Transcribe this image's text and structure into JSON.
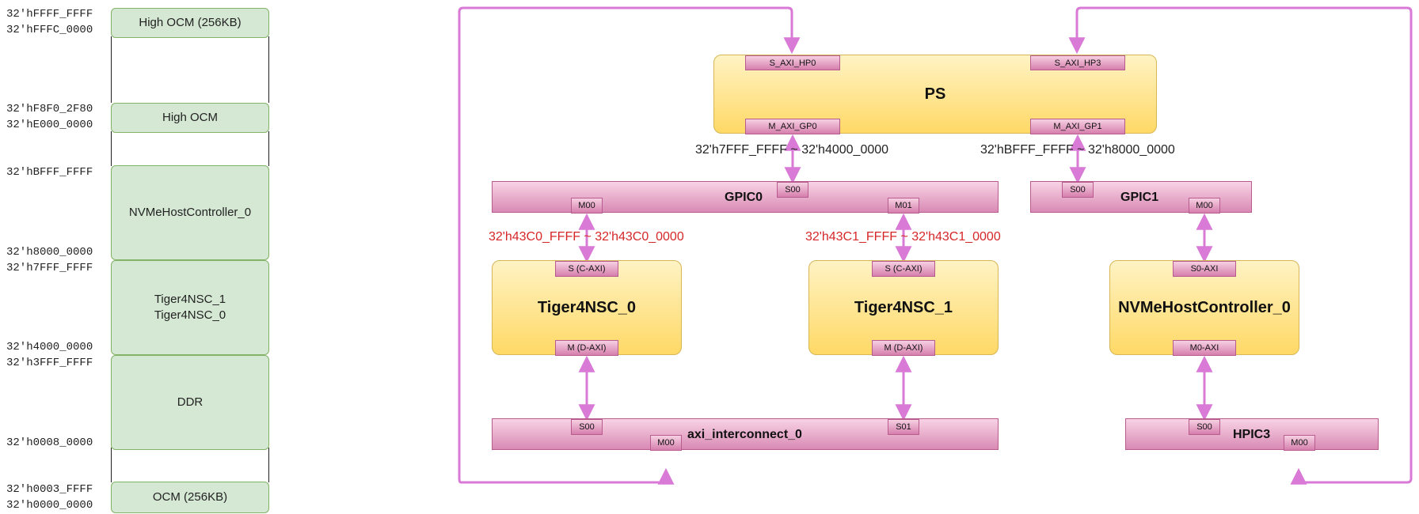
{
  "memory_map": {
    "addresses": {
      "a0": "32'hFFFF_FFFF",
      "a1": "32'hFFFC_0000",
      "a2": "32'hF8F0_2F80",
      "a3": "32'hE000_0000",
      "a4": "32'hBFFF_FFFF",
      "a5": "32'h8000_0000",
      "a6": "32'h7FFF_FFFF",
      "a7": "32'h4000_0000",
      "a8": "32'h3FFF_FFFF",
      "a9": "32'h0008_0000",
      "a10": "32'h0003_FFFF",
      "a11": "32'h0000_0000"
    },
    "regions": {
      "high_ocm_256": "High OCM (256KB)",
      "high_ocm": "High OCM",
      "nvme": "NVMeHostController_0",
      "tiger_1": "Tiger4NSC_1",
      "tiger_0": "Tiger4NSC_0",
      "ddr": "DDR",
      "ocm_256": "OCM (256KB)"
    }
  },
  "diagram": {
    "ps": {
      "title": "PS",
      "ports": {
        "s_hp0": "S_AXI_HP0",
        "s_hp3": "S_AXI_HP3",
        "m_gp0": "M_AXI_GP0",
        "m_gp1": "M_AXI_GP1"
      }
    },
    "gpic0": {
      "title": "GPIC0",
      "s00": "S00",
      "m00": "M00",
      "m01": "M01"
    },
    "gpic1": {
      "title": "GPIC1",
      "s00": "S00",
      "m00": "M00"
    },
    "tiger0": {
      "title": "Tiger4NSC_0",
      "s_port": "S (C-AXI)",
      "m_port": "M (D-AXI)"
    },
    "tiger1": {
      "title": "Tiger4NSC_1",
      "s_port": "S (C-AXI)",
      "m_port": "M (D-AXI)"
    },
    "nvme": {
      "title": "NVMeHostController_0",
      "s_port": "S0-AXI",
      "m_port": "M0-AXI"
    },
    "axi_ic": {
      "title": "axi_interconnect_0",
      "s00": "S00",
      "s01": "S01",
      "m00": "M00"
    },
    "hpic3": {
      "title": "HPIC3",
      "s00": "S00",
      "m00": "M00"
    },
    "labels": {
      "gp0_range": "32'h7FFF_FFFF ~ 32'h4000_0000",
      "gp1_range": "32'hBFFF_FFFF ~ 32'h8000_0000",
      "tiger0_range": "32'h43C0_FFFF ~ 32'h43C0_0000",
      "tiger1_range": "32'h43C1_FFFF ~ 32'h43C1_0000"
    },
    "colors": {
      "wire": "#d97ad6",
      "range_red": "#d62728",
      "range_black": "#222222",
      "mem_fill": "#d5e8d4",
      "block_fill": "#ffd966",
      "bus_fill": "#e6a0c4"
    }
  }
}
